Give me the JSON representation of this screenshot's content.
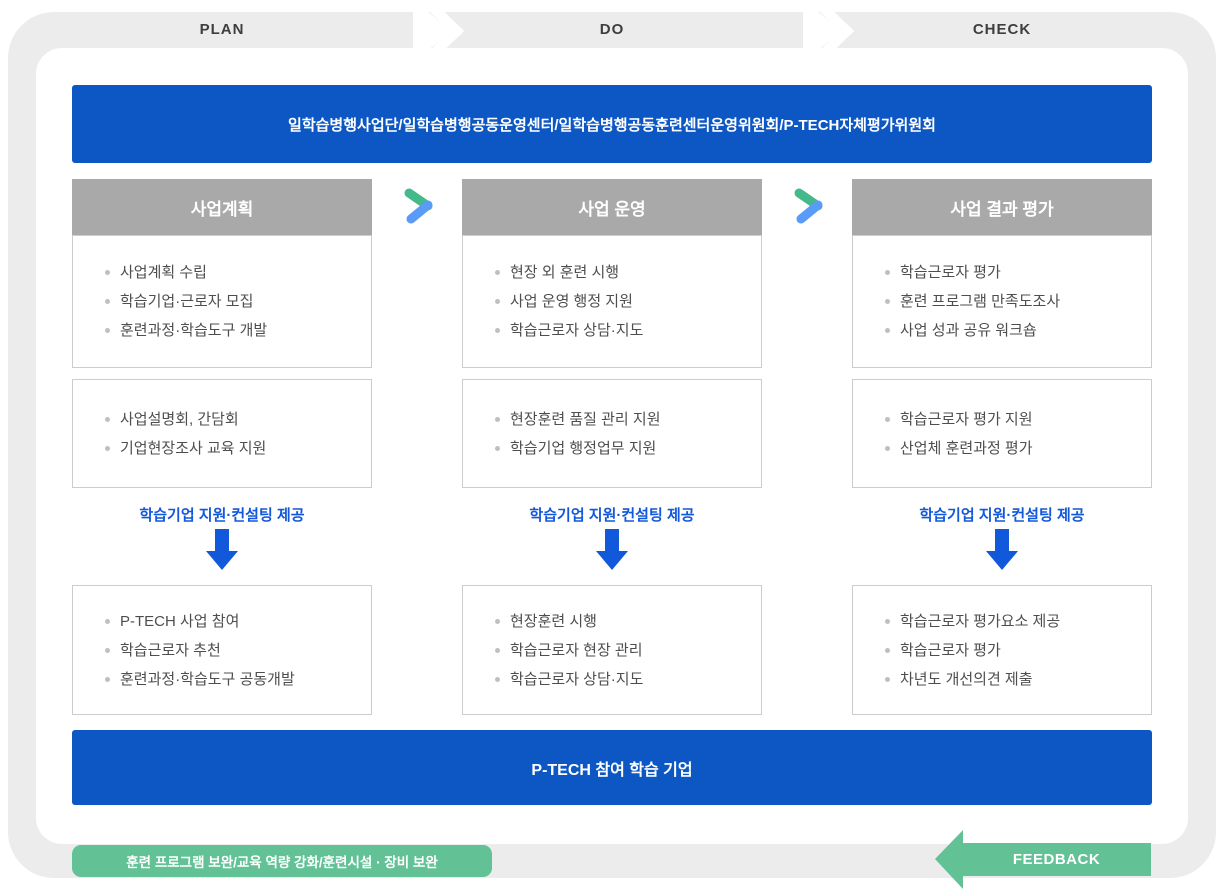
{
  "phases": [
    {
      "label": "PLAN"
    },
    {
      "label": "DO"
    },
    {
      "label": "CHECK"
    }
  ],
  "top_banner": "일학습병행사업단/일학습병행공동운영센터/일학습병행공동훈련센터운영위원회/P-TECH자체평가위원회",
  "columns": [
    {
      "header": "사업계획",
      "box1": [
        "사업계획 수립",
        "학습기업·근로자 모집",
        "훈련과정·학습도구 개발"
      ],
      "box2": [
        "사업설명회, 간담회",
        "기업현장조사 교육 지원"
      ],
      "support_label": "학습기업 지원·컨설팅 제공",
      "box3": [
        "P-TECH 사업 참여",
        "학습근로자 추천",
        "훈련과정·학습도구 공동개발"
      ]
    },
    {
      "header": "사업 운영",
      "box1": [
        "현장 외 훈련 시행",
        "사업 운영 행정 지원",
        "학습근로자 상담·지도"
      ],
      "box2": [
        "현장훈련 품질 관리 지원",
        "학습기업 행정업무 지원"
      ],
      "support_label": "학습기업 지원·컨설팅 제공",
      "box3": [
        "현장훈련 시행",
        "학습근로자 현장 관리",
        "학습근로자 상담·지도"
      ]
    },
    {
      "header": "사업 결과 평가",
      "box1": [
        "학습근로자 평가",
        "훈련 프로그램 만족도조사",
        "사업 성과 공유 워크숍"
      ],
      "box2": [
        "학습근로자 평가 지원",
        "산업체 훈련과정 평가"
      ],
      "support_label": "학습기업 지원·컨설팅 제공",
      "box3": [
        "학습근로자 평가요소 제공",
        "학습근로자 평가",
        "차년도 개선의견 제출"
      ]
    }
  ],
  "bottom_banner": "P-TECH 참여 학습 기업",
  "feedback": {
    "badge": "훈련 프로그램 보완/교육 역량 강화/훈련시설 · 장비 보완",
    "arrow_label": "FEEDBACK"
  },
  "colors": {
    "banner_blue": "#0c57c4",
    "accent_blue": "#1258da",
    "header_gray": "#a9a9a9",
    "frame_gray": "#ececec",
    "green": "#62c296",
    "chevron_green": "#44ba8a",
    "chevron_blue": "#5a9bf7"
  }
}
